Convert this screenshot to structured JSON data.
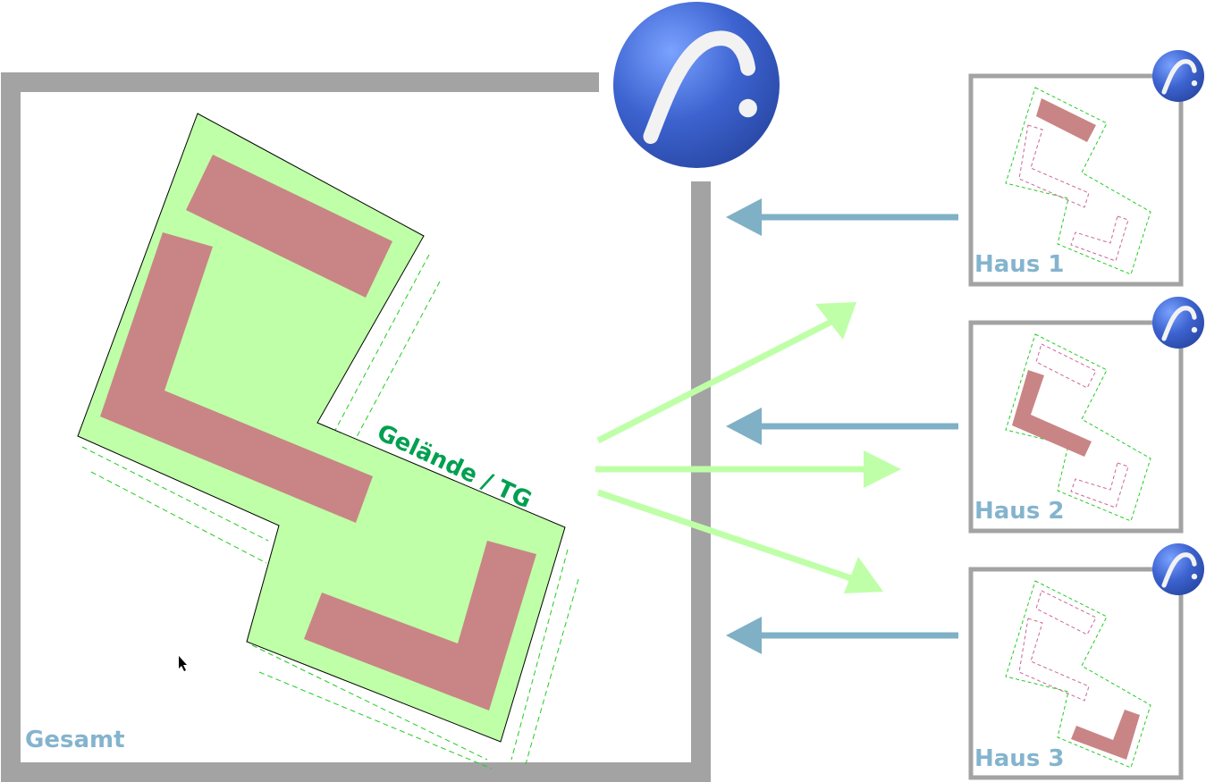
{
  "main_panel": {
    "label": "Gesamt"
  },
  "site_label": "Gelände / TG",
  "houses": [
    {
      "label": "Haus 1"
    },
    {
      "label": "Haus 2"
    },
    {
      "label": "Haus 3"
    }
  ],
  "colors": {
    "frame": "#a3a3a3",
    "site_fill": "#bfffa8",
    "building_fill": "#c98585",
    "dashed_outline": "#22cc22",
    "blue_arrow": "#7fb0c5",
    "green_arrow": "#bfffa8",
    "label_blue": "#84b4cd",
    "label_green": "#00a050"
  },
  "icons": [
    "archicad-logo-icon",
    "archicad-logo-icon",
    "archicad-logo-icon",
    "archicad-logo-icon",
    "mouse-cursor-icon"
  ]
}
